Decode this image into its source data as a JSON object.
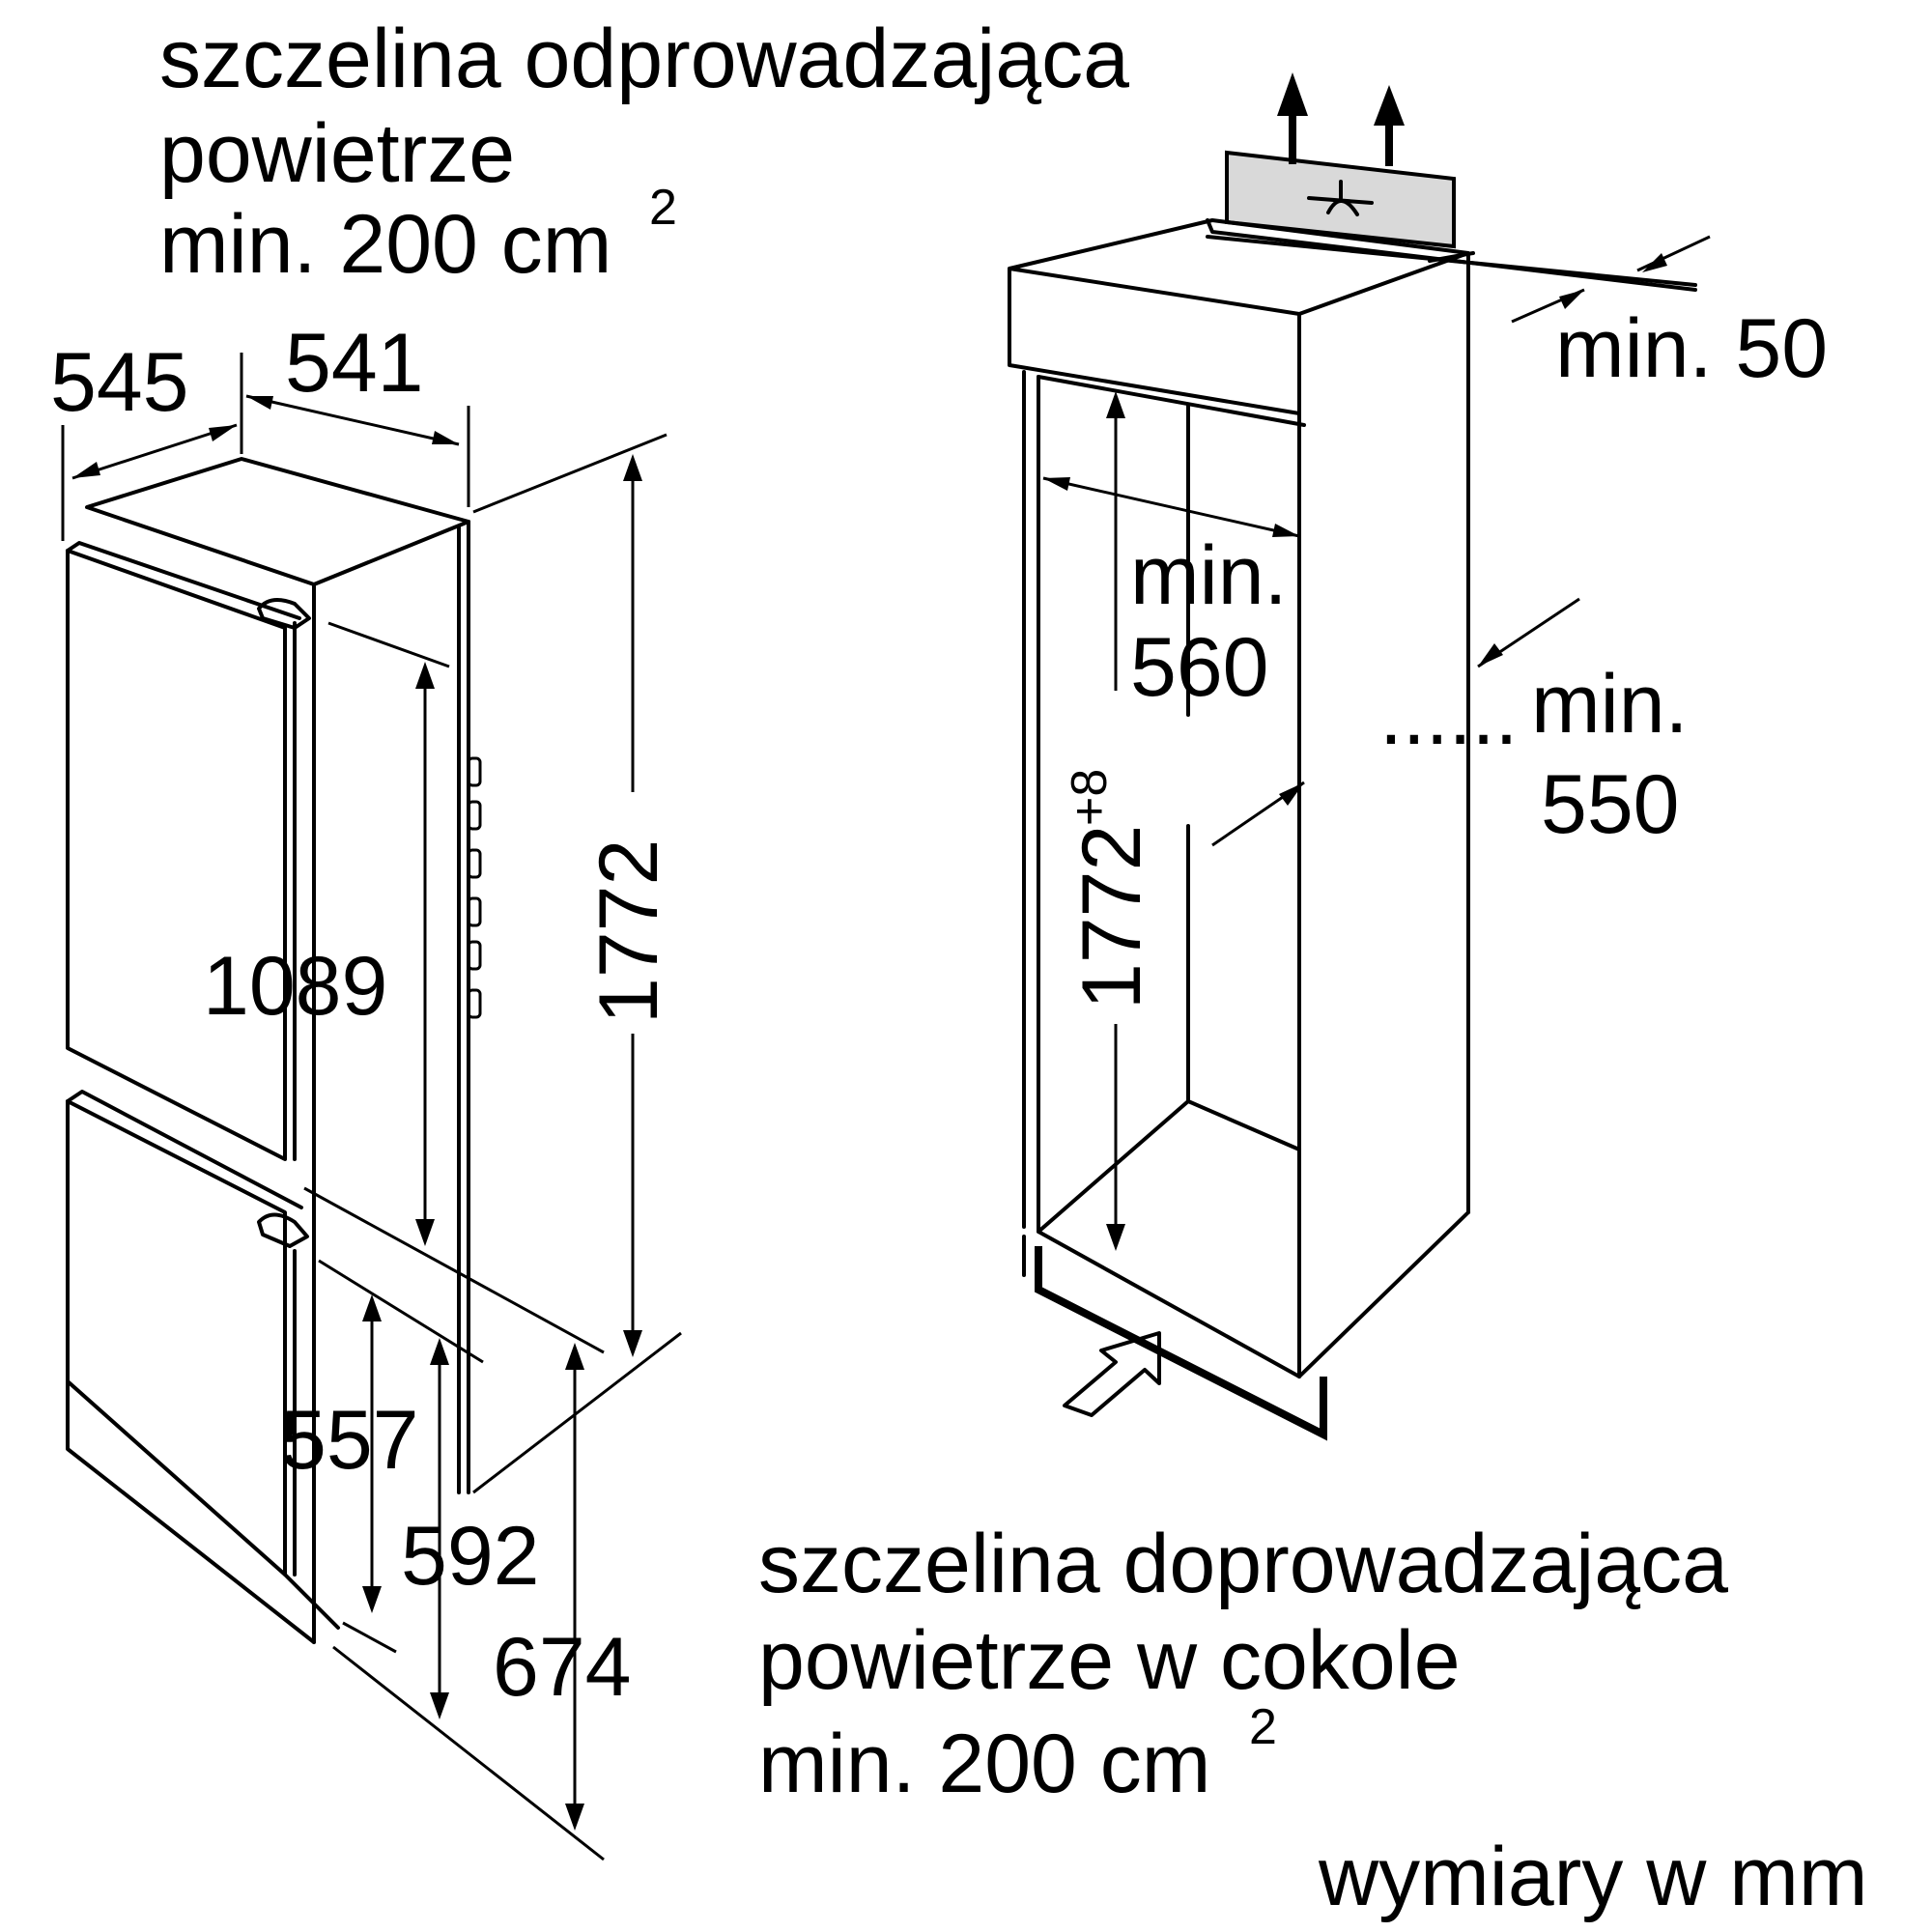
{
  "labels": {
    "outlet_line1": "szczelina odprowadzająca",
    "outlet_line2": "powietrze",
    "outlet_line3": "min. 200 cm",
    "outlet_sup": "2",
    "inlet_line1": "szczelina doprowadzająca",
    "inlet_line2": "powietrze w cokole",
    "inlet_line3": "min. 200 cm",
    "inlet_sup": "2",
    "units": "wymiary w mm"
  },
  "dimensions": {
    "width_outer": "545",
    "width_inner": "541",
    "height_total": "1772",
    "upper_door": "1089",
    "lower_door": "557",
    "depth_592": "592",
    "depth_674": "674",
    "niche_height": "1772",
    "niche_height_tol": "+8",
    "niche_width_label": "min.",
    "niche_width_value": "560",
    "niche_depth_label": "min.",
    "niche_depth_value": "550",
    "top_gap": "min. 50",
    "dots": "......"
  },
  "colors": {
    "stroke": "#000000",
    "vent_fill": "#d9d9d9"
  }
}
